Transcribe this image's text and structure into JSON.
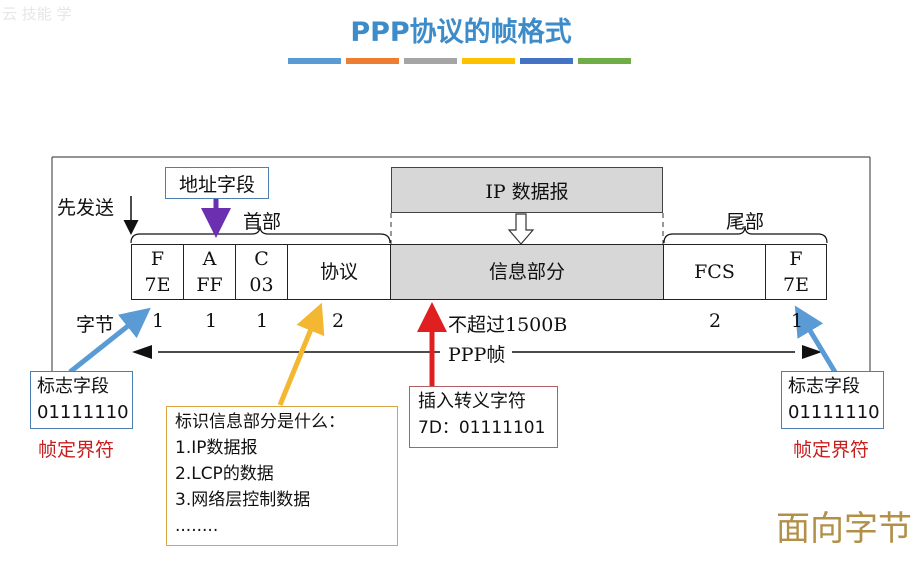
{
  "watermark": "云 技能 学",
  "title": "PPP协议的帧格式",
  "color_bars": [
    "#5b9bd5",
    "#ed7d31",
    "#a5a5a5",
    "#ffc000",
    "#4472c4",
    "#70ad47"
  ],
  "send_first": "先发送",
  "address_label": "地址字段",
  "header_label": "首部",
  "trailer_label": "尾部",
  "ip_datagram": "IP 数据报",
  "fields": [
    {
      "line1": "F",
      "line2": "7E"
    },
    {
      "line1": "A",
      "line2": "FF"
    },
    {
      "line1": "C",
      "line2": "03"
    },
    {
      "line1": "协议",
      "line2": ""
    },
    {
      "line1": "信息部分",
      "line2": ""
    },
    {
      "line1": "FCS",
      "line2": ""
    },
    {
      "line1": "F",
      "line2": "7E"
    }
  ],
  "bytes_label": "字节",
  "byte_counts": [
    "1",
    "1",
    "1",
    "2",
    "不超过1500B",
    "2",
    "1"
  ],
  "ppp_frame": "PPP帧",
  "flag_left": {
    "title": "标志字段",
    "value": "01111110",
    "note": "帧定界符"
  },
  "flag_right": {
    "title": "标志字段",
    "value": "01111110",
    "note": "帧定界符"
  },
  "protocol_note": {
    "title": "标识信息部分是什么：",
    "items": [
      "1.IP数据报",
      "2.LCP的数据",
      "3.网络层控制数据",
      "........"
    ]
  },
  "escape_note": {
    "title": "插入转义字符",
    "value": "7D：01111101"
  },
  "brand": "面向字节"
}
